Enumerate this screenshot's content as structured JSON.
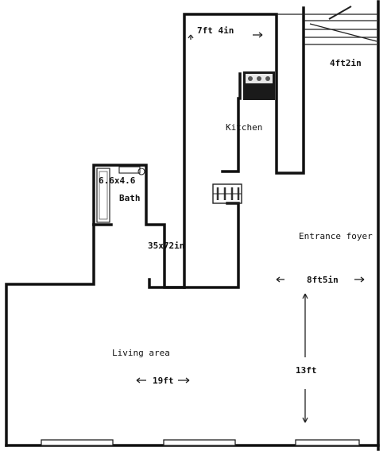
{
  "floorplan": {
    "rooms": {
      "kitchen": "Kitchen",
      "bath": "Bath",
      "entrance": "Entrance foyer",
      "living": "Living area"
    },
    "dimensions": {
      "kitchen_width": "7ft 4in",
      "foyer_top": "4ft2in",
      "bath_size": "6.6x4.6",
      "hall": "35x72in",
      "foyer_width": "8ft5in",
      "foyer_depth": "13ft",
      "living_width": "19ft"
    },
    "icons": [
      "stove-icon",
      "sink-icon",
      "toilet-icon",
      "bathtub-icon",
      "window-icon",
      "door-icon",
      "stairs-icon"
    ]
  }
}
